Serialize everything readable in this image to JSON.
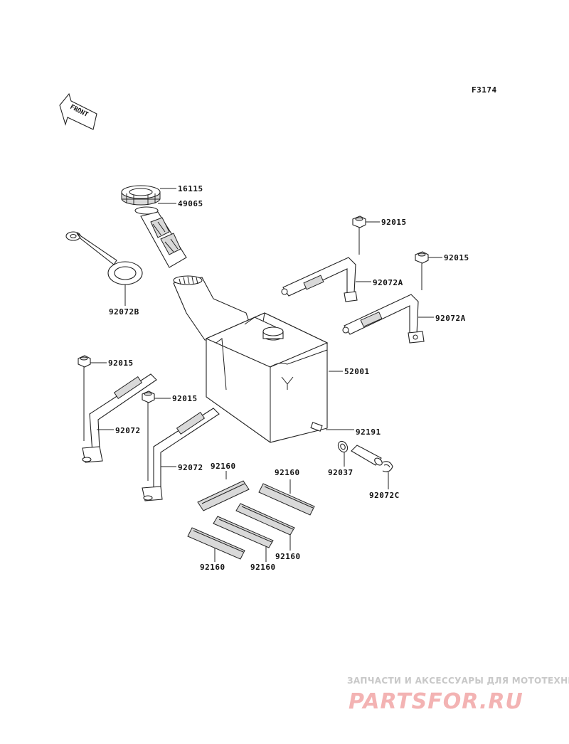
{
  "figure_code": "F3174",
  "front_label": "FRONT",
  "callouts": {
    "cap": "16115",
    "filter": "49065",
    "cap_strap": "92072B",
    "nut_top_1": "92015",
    "nut_top_2": "92015",
    "band_top_1": "92072A",
    "band_top_2": "92072A",
    "tank": "52001",
    "nut_left_1": "92015",
    "nut_left_2": "92015",
    "band_left_1": "92072",
    "band_left_2": "92072",
    "hose_fitting": "92191",
    "clamp_small": "92037",
    "clamp_clip": "92072C",
    "pad_1": "92160",
    "pad_2": "92160",
    "pad_3": "92160",
    "pad_4": "92160",
    "pad_5": "92160"
  },
  "watermark": {
    "tagline": "ЗАПЧАСТИ И АКСЕССУАРЫ ДЛЯ МОТОТЕХНИКИ",
    "logo": "PARTSFOR.RU"
  }
}
